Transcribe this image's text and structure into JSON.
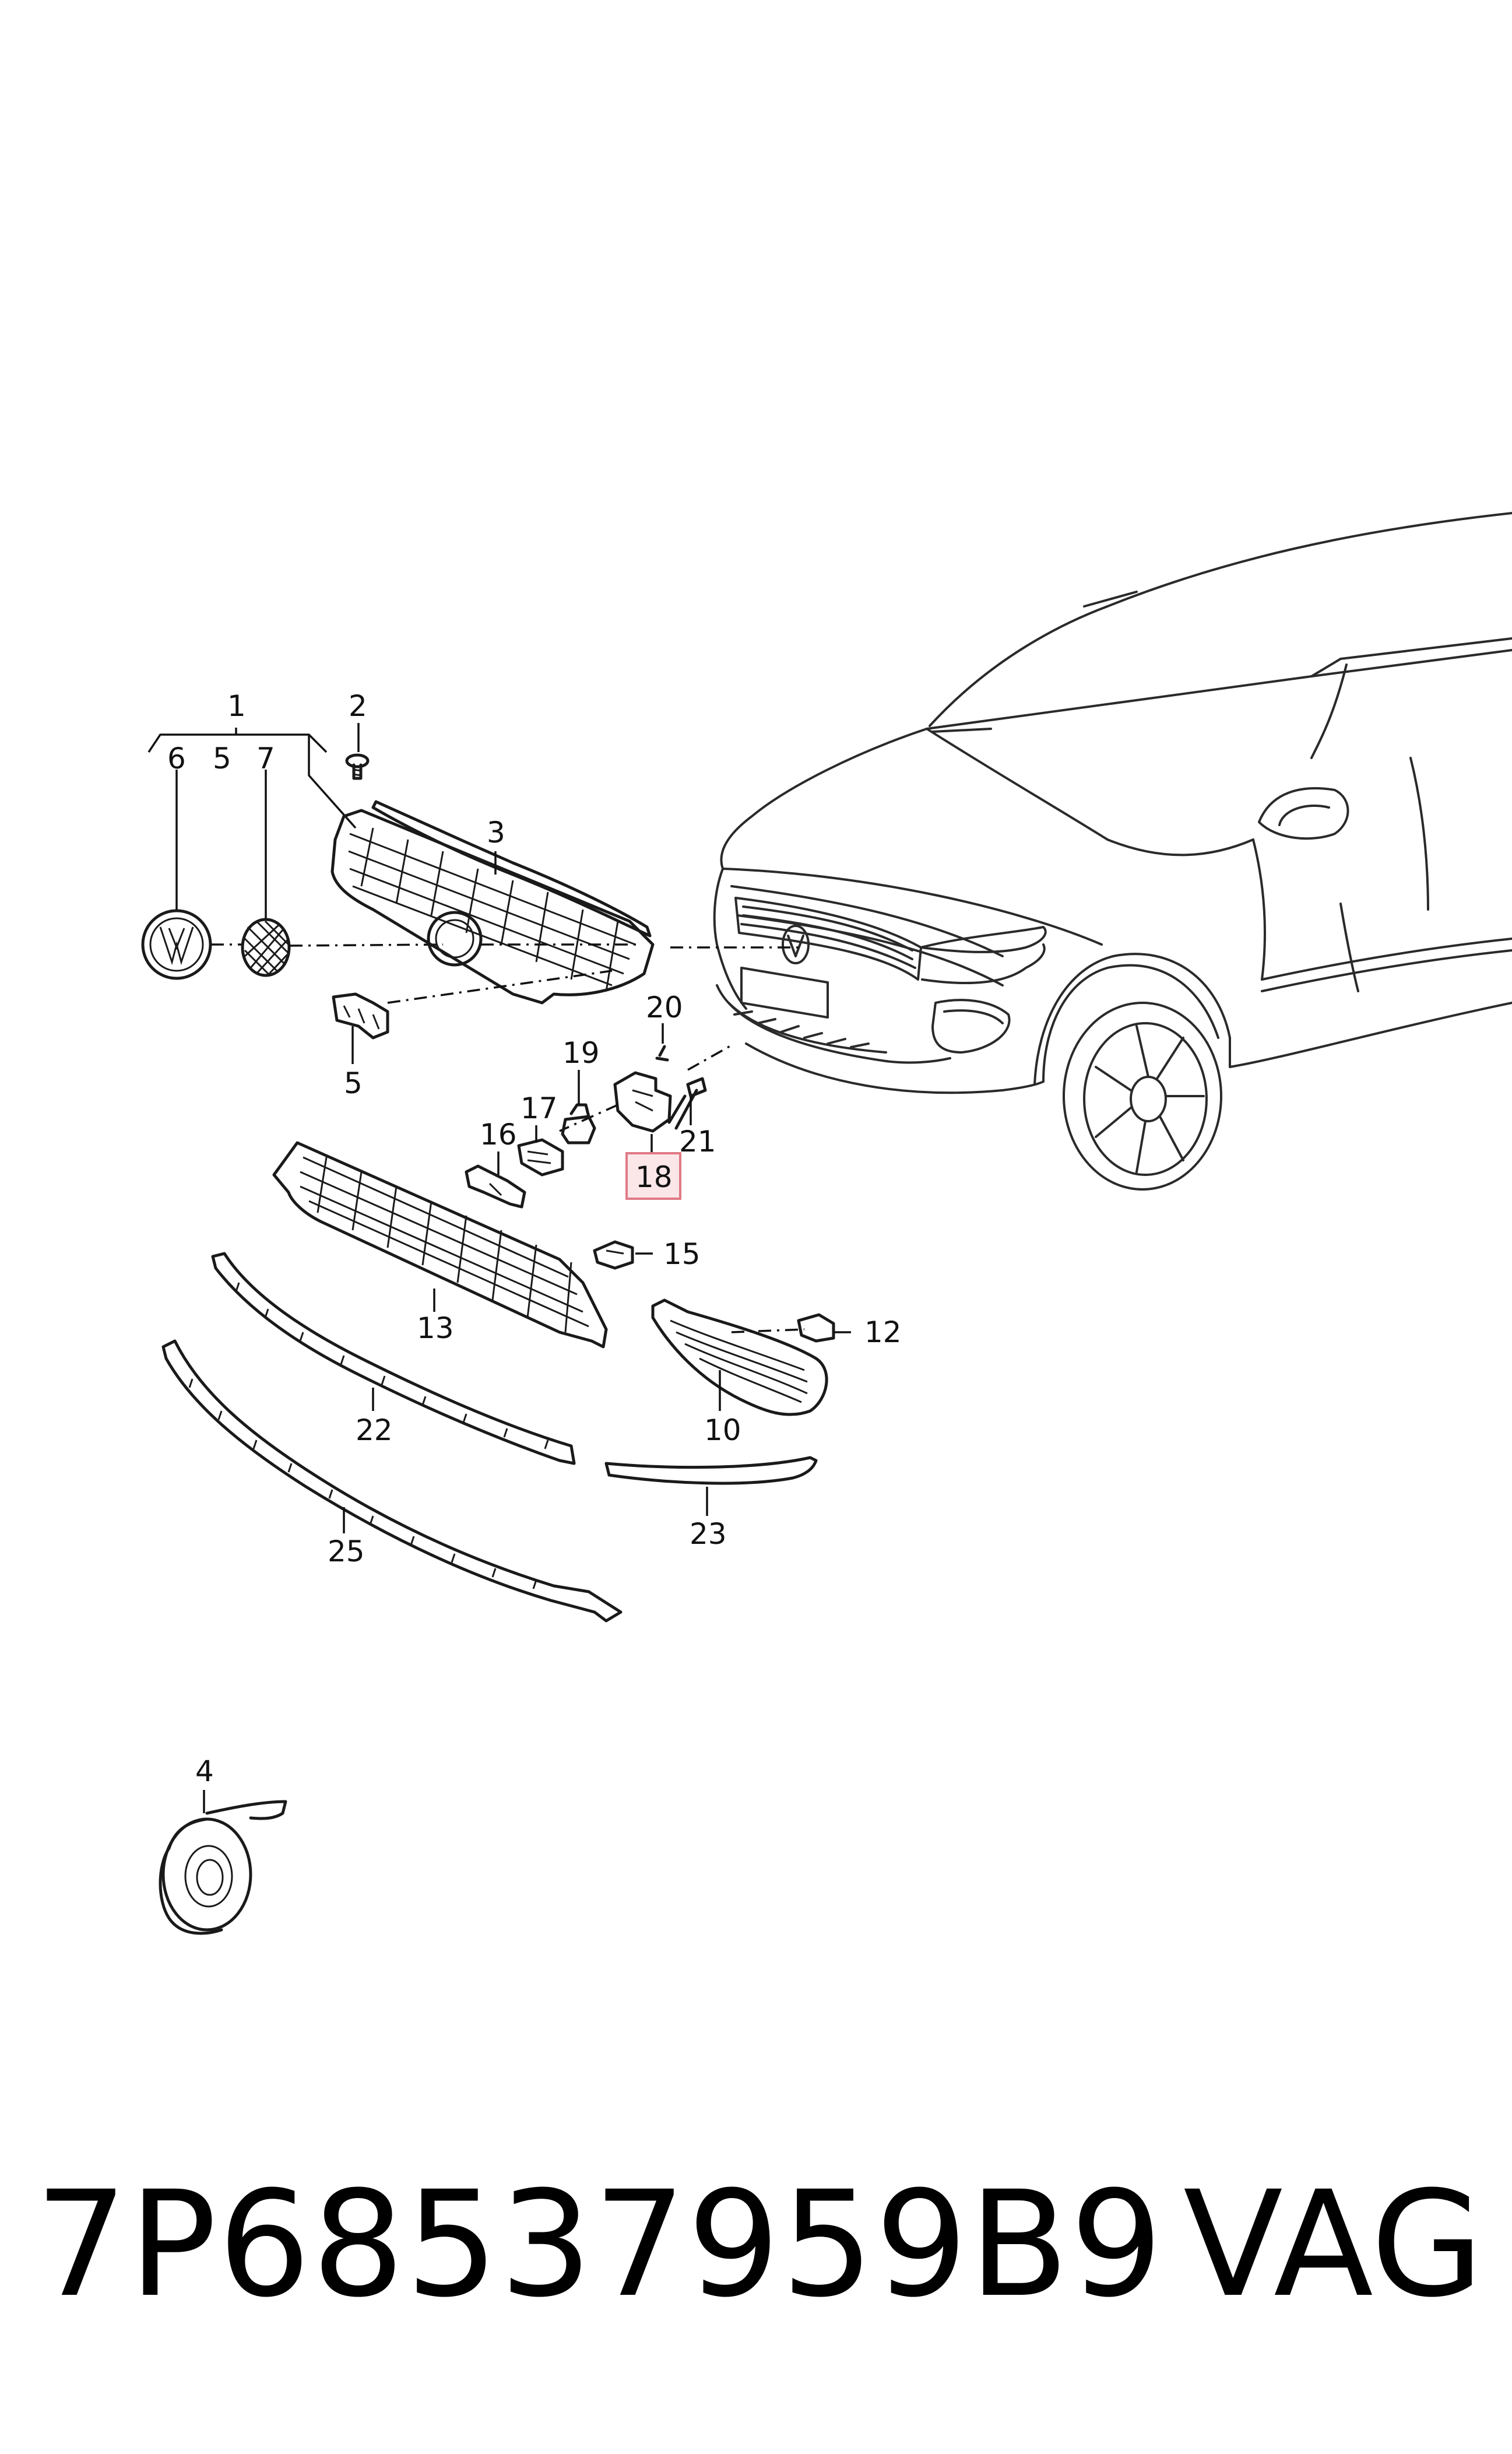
{
  "callouts": [
    {
      "id": "c1",
      "text": "1"
    },
    {
      "id": "c2",
      "text": "2"
    },
    {
      "id": "c3",
      "text": "3"
    },
    {
      "id": "c4",
      "text": "4"
    },
    {
      "id": "c5a",
      "text": "5"
    },
    {
      "id": "c5b",
      "text": "5"
    },
    {
      "id": "c6",
      "text": "6"
    },
    {
      "id": "c7",
      "text": "7"
    },
    {
      "id": "c10",
      "text": "10"
    },
    {
      "id": "c12",
      "text": "12"
    },
    {
      "id": "c13",
      "text": "13"
    },
    {
      "id": "c15",
      "text": "15"
    },
    {
      "id": "c16",
      "text": "16"
    },
    {
      "id": "c17",
      "text": "17"
    },
    {
      "id": "c18",
      "text": "18"
    },
    {
      "id": "c19",
      "text": "19"
    },
    {
      "id": "c20",
      "text": "20"
    },
    {
      "id": "c21",
      "text": "21"
    },
    {
      "id": "c22",
      "text": "22"
    },
    {
      "id": "c23",
      "text": "23"
    },
    {
      "id": "c25",
      "text": "25"
    }
  ],
  "highlighted_callout": "18",
  "colors": {
    "highlight_fill": "#fbe6e8",
    "highlight_border": "#e07a86",
    "line": "#1a1a1a"
  },
  "footer": {
    "part_number": "7P68537959B9",
    "brand": "VAG"
  }
}
